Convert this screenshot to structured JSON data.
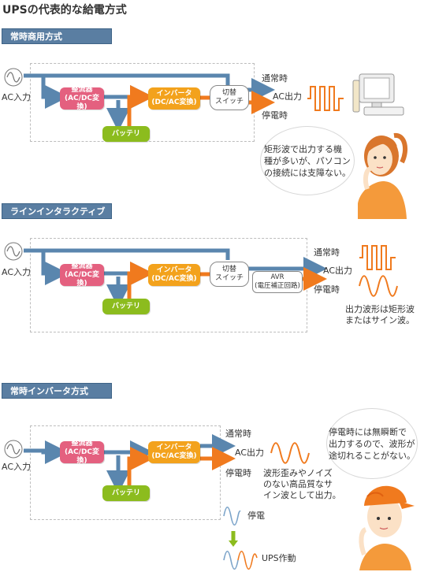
{
  "title": "UPSの代表的な給電方式",
  "colors": {
    "section": "#5a7ea2",
    "line_blue": "#5a86ae",
    "line_orange": "#f07a1e",
    "rectifier": "#e4607f",
    "inverter": "#f3a21c",
    "battery": "#8cbc1e"
  },
  "sections": [
    {
      "name": "常時商用方式",
      "ac_input": "AC入力",
      "rectifier": [
        "整流器",
        "(AC/DC変換)"
      ],
      "inverter": [
        "インバータ",
        "(DC/AC変換)"
      ],
      "battery": "バッテリ",
      "switch": [
        "切替",
        "スイッチ"
      ],
      "normal": "通常時",
      "ac_output": "AC出力",
      "outage": "停電時",
      "bubble": [
        "矩形波で出力する機",
        "種が多いが、パソコン",
        "の接続には支障ない。"
      ]
    },
    {
      "name": "ラインインタラクティブ方式",
      "ac_input": "AC入力",
      "rectifier": [
        "整流器",
        "(AC/DC変換)"
      ],
      "inverter": [
        "インバータ",
        "(DC/AC変換)"
      ],
      "battery": "バッテリ",
      "switch": [
        "切替",
        "スイッチ"
      ],
      "avr": [
        "AVR",
        "(電圧補正回路)"
      ],
      "normal": "通常時",
      "ac_output": "AC出力",
      "outage": "停電時",
      "note": [
        "出力波形は矩形波",
        "またはサイン波。"
      ]
    },
    {
      "name": "常時インバータ方式",
      "ac_input": "AC入力",
      "rectifier": [
        "整流器",
        "(AC/DC変換)"
      ],
      "inverter": [
        "インバータ",
        "(DC/AC変換)"
      ],
      "battery": "バッテリ",
      "normal": "通常時",
      "ac_output": "AC出力",
      "outage": "停電時",
      "note": [
        "波形歪みやノイズ",
        "のない高品質なサ",
        "イン波として出力。"
      ],
      "bubble": [
        "停電時には無瞬断で",
        "出力するので、波形が",
        "途切れることがない。"
      ],
      "legend_outage": "停電",
      "legend_ups": "UPS作動"
    }
  ]
}
